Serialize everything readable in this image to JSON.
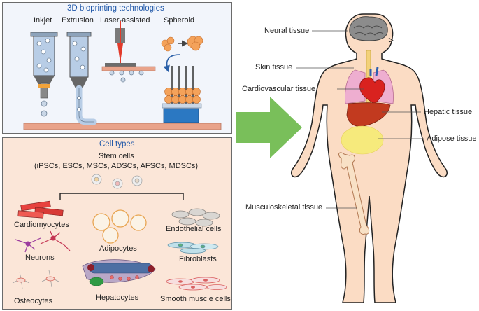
{
  "top_panel": {
    "title": "3D bioprinting technologies",
    "methods": [
      "Inkjet",
      "Extrusion",
      "Laser-assisted",
      "Spheroid"
    ]
  },
  "bottom_panel": {
    "title": "Cell types",
    "stem_title": "Stem cells",
    "stem_list": "(iPSCs, ESCs, MSCs, ADSCs, AFSCs, MDSCs)",
    "cells": {
      "cardiomyocytes": "Cardiomyocytes",
      "adipocytes": "Adipocytes",
      "endothelial": "Endothelial cells",
      "neurons": "Neurons",
      "fibroblasts": "Fibroblasts",
      "osteocytes": "Osteocytes",
      "hepatocytes": "Hepatocytes",
      "smooth_muscle": "Smooth muscle cells"
    }
  },
  "body_labels": {
    "neural": "Neural tissue",
    "skin": "Skin tissue",
    "cardiovascular": "Cardiovascular tissue",
    "hepatic": "Hepatic tissue",
    "adipose": "Adipose tissue",
    "musculoskeletal": "Musculoskeletal tissue"
  },
  "colors": {
    "panel_top_bg": "#f2f5fb",
    "panel_bottom_bg": "#fbe6d8",
    "arrow": "#79bf5a",
    "skin": "#fbdcc4",
    "outline": "#222222",
    "ink_blue": "#1f57a8"
  }
}
